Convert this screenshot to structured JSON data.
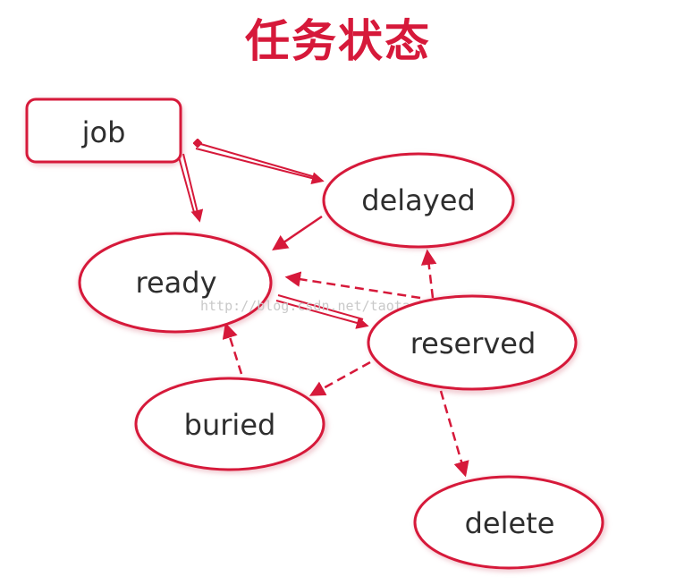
{
  "title": "任务状态",
  "watermark": "http://blog.csdn.net/taotaobaobei",
  "colors": {
    "accent": "#d6193a",
    "shadow": "#e8a9b4",
    "text": "#2e2e2e"
  },
  "nodes": {
    "job": "job",
    "delayed": "delayed",
    "ready": "ready",
    "reserved": "reserved",
    "buried": "buried",
    "delete": "delete"
  },
  "edges": [
    {
      "from": "job",
      "to": "delayed",
      "style": "double"
    },
    {
      "from": "job",
      "to": "ready",
      "style": "double"
    },
    {
      "from": "delayed",
      "to": "ready",
      "style": "solid"
    },
    {
      "from": "ready",
      "to": "reserved",
      "style": "double"
    },
    {
      "from": "reserved",
      "to": "ready",
      "style": "dashed"
    },
    {
      "from": "reserved",
      "to": "delayed",
      "style": "dashed"
    },
    {
      "from": "reserved",
      "to": "buried",
      "style": "dashed"
    },
    {
      "from": "buried",
      "to": "ready",
      "style": "dashed"
    },
    {
      "from": "reserved",
      "to": "delete",
      "style": "dashed"
    }
  ]
}
